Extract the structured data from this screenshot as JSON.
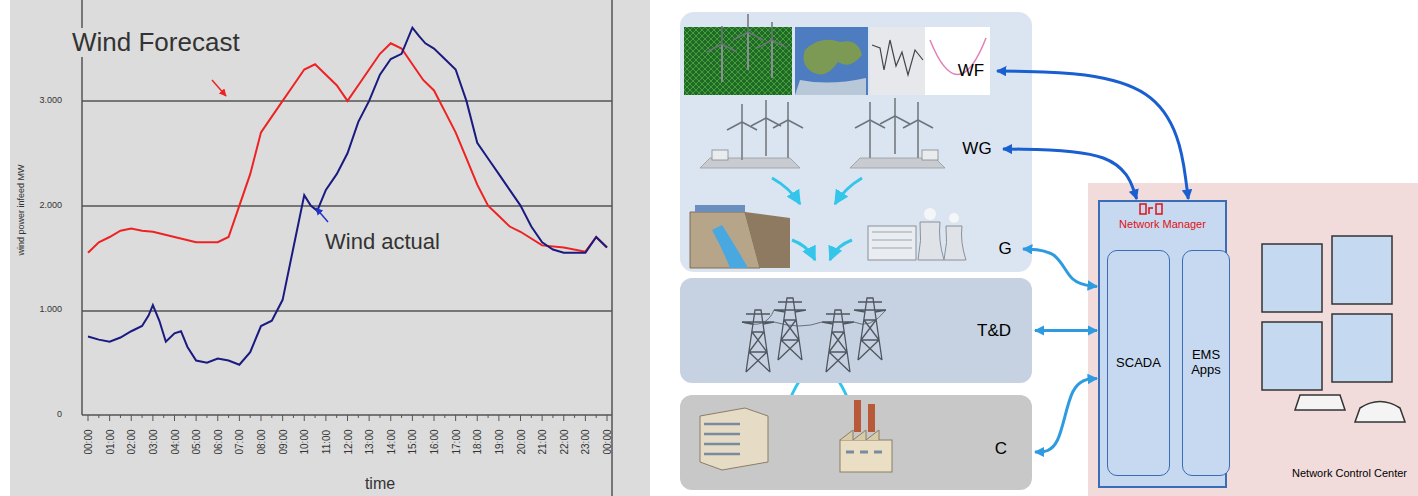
{
  "diagram": {
    "nodes": [
      {
        "text": [
          "WF"
        ]
      },
      {
        "text": [
          "WG"
        ]
      },
      {
        "text": [
          "G"
        ]
      },
      {
        "text": [
          "T&D"
        ]
      },
      {
        "text": [
          "C"
        ]
      },
      {
        "text": [
          "Network Control Center"
        ]
      },
      {
        "text": [
          "Network Manager"
        ],
        "in": 5
      },
      {
        "text": [
          "SCADA"
        ],
        "in": 6
      },
      {
        "text": [
          "EMS Apps"
        ],
        "in": 6
      }
    ],
    "edges": [
      {
        "from": 0,
        "to": 6,
        "arrow": "both"
      },
      {
        "from": 1,
        "to": 6,
        "arrow": "both"
      },
      {
        "from": 2,
        "to": 6,
        "arrow": "both"
      },
      {
        "from": 3,
        "to": 6,
        "arrow": "both"
      },
      {
        "from": 4,
        "to": 6,
        "arrow": "both"
      }
    ],
    "labels": [
      "Wind Forecast",
      "Wind actual",
      "wind power infeed MW",
      "0",
      "1.000",
      "2.000",
      "3.000",
      "00:00",
      "01:00",
      "02:00",
      "03:00",
      "04:00",
      "05:00",
      "06:00",
      "07:00",
      "08:00",
      "09:00",
      "10:00",
      "11:00",
      "12:00",
      "13:00",
      "14:00",
      "15:00",
      "16:00",
      "17:00",
      "18:00",
      "19:00",
      "20:00",
      "21:00",
      "22:00",
      "23:00",
      "00:00",
      "time"
    ]
  }
}
